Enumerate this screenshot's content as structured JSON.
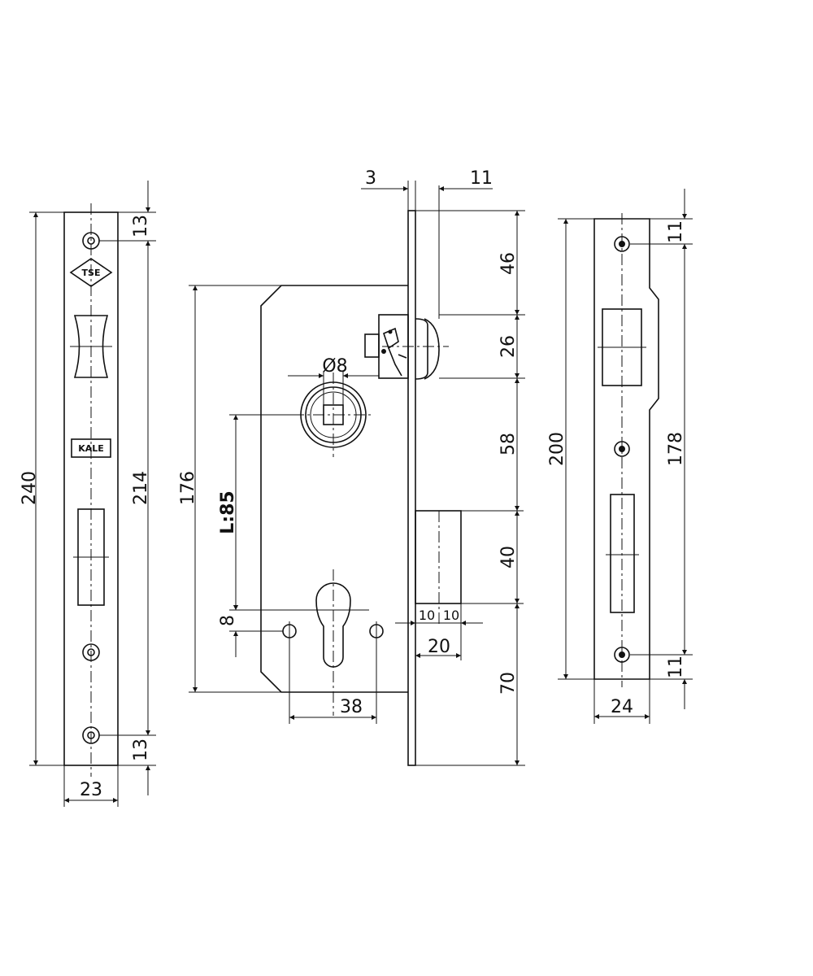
{
  "logos": {
    "tse": "TSE",
    "kale": "KALE"
  },
  "faceplate": {
    "height": "240",
    "hole_spacing": "214",
    "top_offset": "13",
    "bottom_offset": "13",
    "width": "23"
  },
  "lockbody": {
    "plate_thickness": "3",
    "latch_offset": "11",
    "top_to_latch": "46",
    "latch_height": "26",
    "latch_to_bolt": "58",
    "bolt_height": "40",
    "bottom": "70",
    "body_height": "176",
    "spindle_diameter": "Ø8",
    "center_distance": "L:85",
    "cylinder_offset": "8",
    "bolt_throw_a": "10",
    "bolt_throw_b": "10",
    "backset": "20",
    "screw_spacing": "38"
  },
  "strikeplate": {
    "height": "200",
    "hole_spacing": "178",
    "top_offset": "11",
    "bottom_offset": "11",
    "width": "24"
  }
}
